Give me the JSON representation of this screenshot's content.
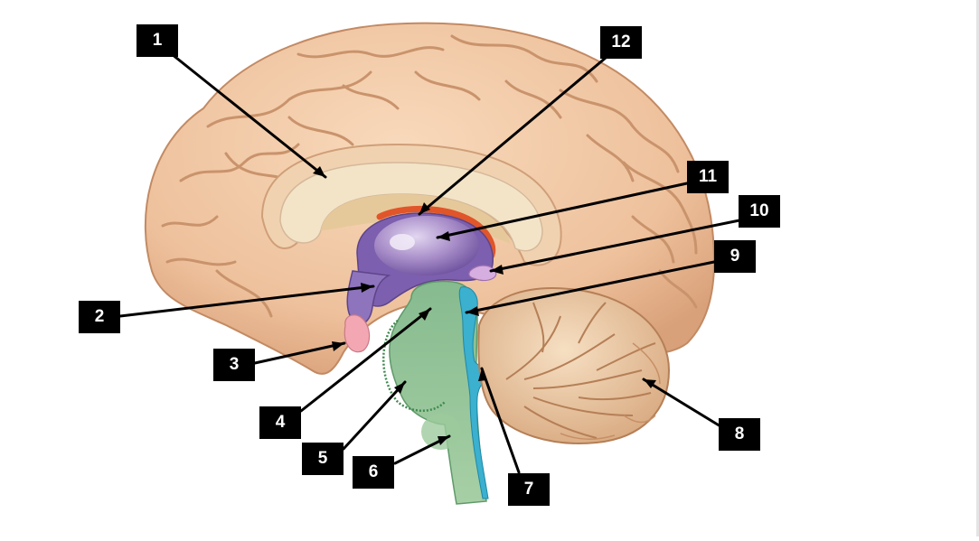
{
  "labels": [
    "1",
    "2",
    "3",
    "4",
    "5",
    "6",
    "7",
    "8",
    "9",
    "10",
    "11",
    "12"
  ],
  "colors": {
    "cortex": "#f1c7a3",
    "cortex_shadow": "#d9a37e",
    "corpus_callosum": "#f3e3c6",
    "diencephalon": "#7c5fae",
    "thalamus": "#a98dc9",
    "brainstem": "#93c39a",
    "ventricle": "#3bb0cf",
    "cerebellum": "#e8c29c",
    "pink_structure": "#f3a7b3",
    "fornix_red": "#e0552a",
    "label_bg": "#000000",
    "label_text": "#ffffff",
    "leader": "#000000"
  }
}
